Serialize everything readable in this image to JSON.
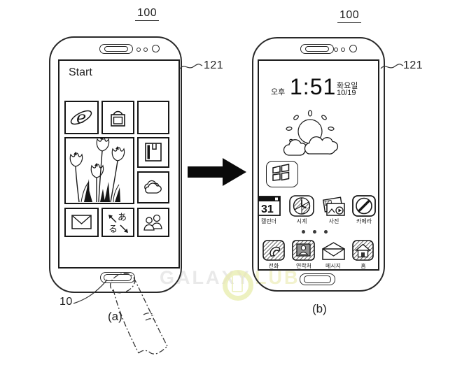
{
  "colors": {
    "line": "#2a2a2a",
    "ink": "#222222",
    "watermark_gray": "#e9e9e9",
    "watermark_yellow": "#edf1c0"
  },
  "fig_a": {
    "ref_device": "100",
    "ref_display": "121",
    "ref_finger": "10",
    "caption": "(a)",
    "screen": {
      "header": "Start",
      "lang_char_top": "あ",
      "lang_char_bottom": "る",
      "browser_letter": "e"
    }
  },
  "fig_b": {
    "ref_device": "100",
    "ref_display": "121",
    "caption": "(b)",
    "status": {
      "ampm": "오후",
      "time": "1:51",
      "weekday": "화요일",
      "date": "10/19"
    },
    "calendar_day": "31",
    "apps_row1": [
      {
        "label": "캘린더",
        "icon": "calendar-icon"
      },
      {
        "label": "시계",
        "icon": "clock-icon"
      },
      {
        "label": "사진",
        "icon": "gallery-icon"
      },
      {
        "label": "카메라",
        "icon": "camera-icon"
      }
    ],
    "apps_row2": [
      {
        "label": "전화",
        "icon": "phone-icon"
      },
      {
        "label": "연락처",
        "icon": "contacts-icon"
      },
      {
        "label": "메시지",
        "icon": "messages-icon"
      },
      {
        "label": "홈",
        "icon": "home-icon"
      }
    ]
  },
  "watermark": {
    "part1": "GALAXY",
    "part2": "LUB"
  }
}
